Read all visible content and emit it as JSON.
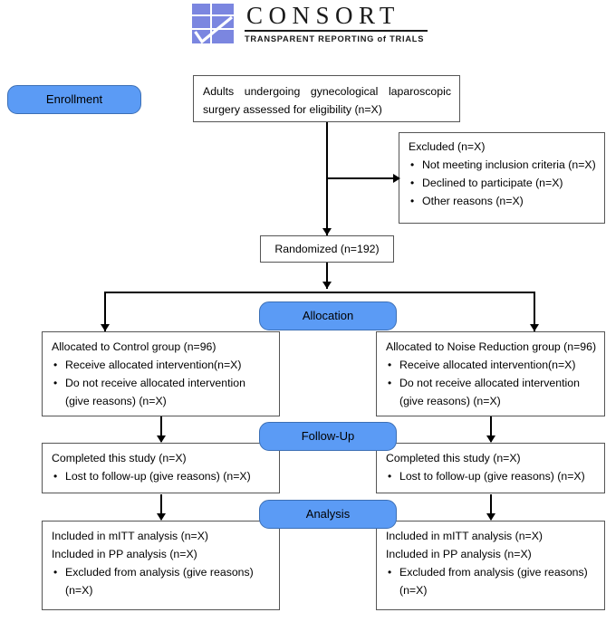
{
  "logo": {
    "wordmark": "CONSORT",
    "tagline_1": "TRANSPARENT REPORTING",
    "tagline_of": "of",
    "tagline_2": "TRIALS",
    "tagline_full": "TRANSPARENT REPORTING of TRIALS",
    "mark_color": "#7B86E0",
    "mark_name": "consort-checkmark-grid"
  },
  "colors": {
    "pill_fill": "#5B9BF5",
    "pill_border": "#3C6FB5",
    "box_border": "#555555",
    "connector": "#000000",
    "text": "#000000"
  },
  "phases": {
    "enrollment": "Enrollment",
    "allocation": "Allocation",
    "followup": "Follow-Up",
    "analysis": "Analysis"
  },
  "enrollment_box": {
    "line_1": "Adults undergoing gynecological laparoscopic",
    "line_2": "surgery assessed for eligibility (n=X)"
  },
  "excluded_box": {
    "heading": "Excluded (n=X)",
    "items": [
      "Not meeting inclusion criteria (n=X)",
      "Declined to participate (n=X)",
      "Other reasons (n=X)"
    ]
  },
  "randomized_box": {
    "label": "Randomized (n=192)"
  },
  "allocation_left": {
    "heading": "Allocated to Control group (n=96)",
    "items": [
      {
        "line_1": "Receive allocated intervention(n=X)",
        "line_2": ""
      },
      {
        "line_1": "Do not receive allocated intervention",
        "line_2": "(give reasons) (n=X)"
      }
    ]
  },
  "allocation_right": {
    "heading": "Allocated to Noise Reduction group (n=96)",
    "items": [
      {
        "line_1": "Receive allocated intervention(n=X)",
        "line_2": ""
      },
      {
        "line_1": "Do not receive allocated intervention",
        "line_2": "(give reasons) (n=X)"
      }
    ]
  },
  "followup_left": {
    "heading": "Completed this study (n=X)",
    "items": [
      "Lost to follow-up (give reasons) (n=X)"
    ]
  },
  "followup_right": {
    "heading": "Completed this study (n=X)",
    "items": [
      "Lost to follow-up (give reasons) (n=X)"
    ]
  },
  "analysis_left": {
    "heading_1": "Included in mITT analysis (n=X)",
    "heading_2": "Included in PP analysis (n=X)",
    "item_line_1": "Excluded from analysis (give reasons)",
    "item_line_2": "(n=X)"
  },
  "analysis_right": {
    "heading_1": "Included in mITT analysis (n=X)",
    "heading_2": "Included in PP analysis (n=X)",
    "item_line_1": "Excluded from analysis (give reasons)",
    "item_line_2": "(n=X)"
  }
}
